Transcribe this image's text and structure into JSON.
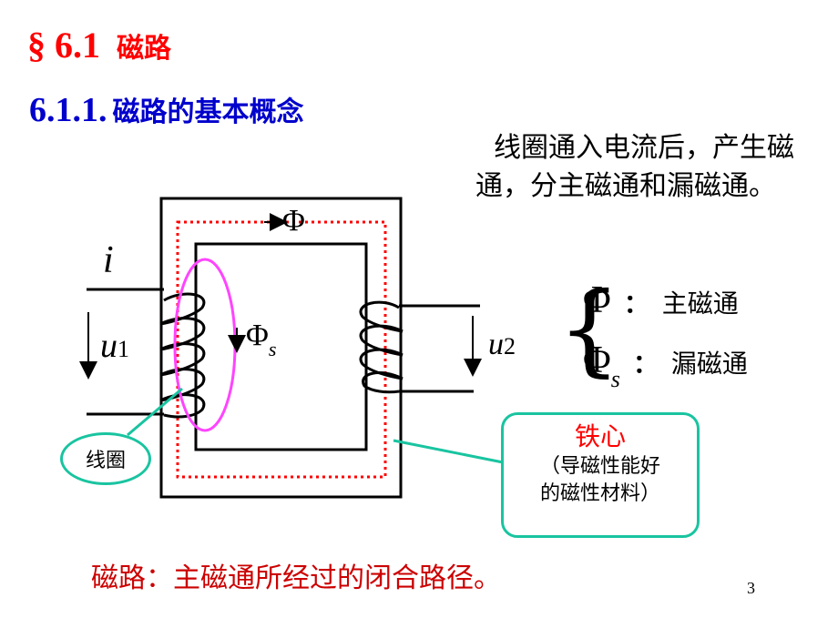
{
  "section": {
    "number": "§ 6.1",
    "title": "磁路"
  },
  "subsection": {
    "number": "6.1.1.",
    "title": "磁路的基本概念"
  },
  "description": "线圈通入电流后，产生磁通，分主磁通和漏磁通。",
  "legend": [
    {
      "symbol": "Φ",
      "subscript": "",
      "colon": "：",
      "label": "主磁通"
    },
    {
      "symbol": "Φ",
      "subscript": "s",
      "colon": "：",
      "label": "漏磁通"
    }
  ],
  "diagram": {
    "current_symbol": "i",
    "voltage1": {
      "symbol": "u",
      "subscript": "1"
    },
    "voltage2": {
      "symbol": "u",
      "subscript": "2"
    },
    "main_flux": "Φ",
    "leakage_flux": {
      "symbol": "Φ",
      "subscript": "s"
    },
    "coil_label": "线圈",
    "core_label": "铁心",
    "core_note_line1": "（导磁性能好",
    "core_note_line2": "的磁性材料）"
  },
  "definition": "磁路：主磁通所经过的闭合路径。",
  "page_number": "3",
  "colors": {
    "section_title": "#ff0000",
    "subsection_title": "#0000cc",
    "flux_path": "#ff0000",
    "leakage_loop": "#ff44ff",
    "callout": "#19c4a0",
    "definition": "#cc0000"
  }
}
